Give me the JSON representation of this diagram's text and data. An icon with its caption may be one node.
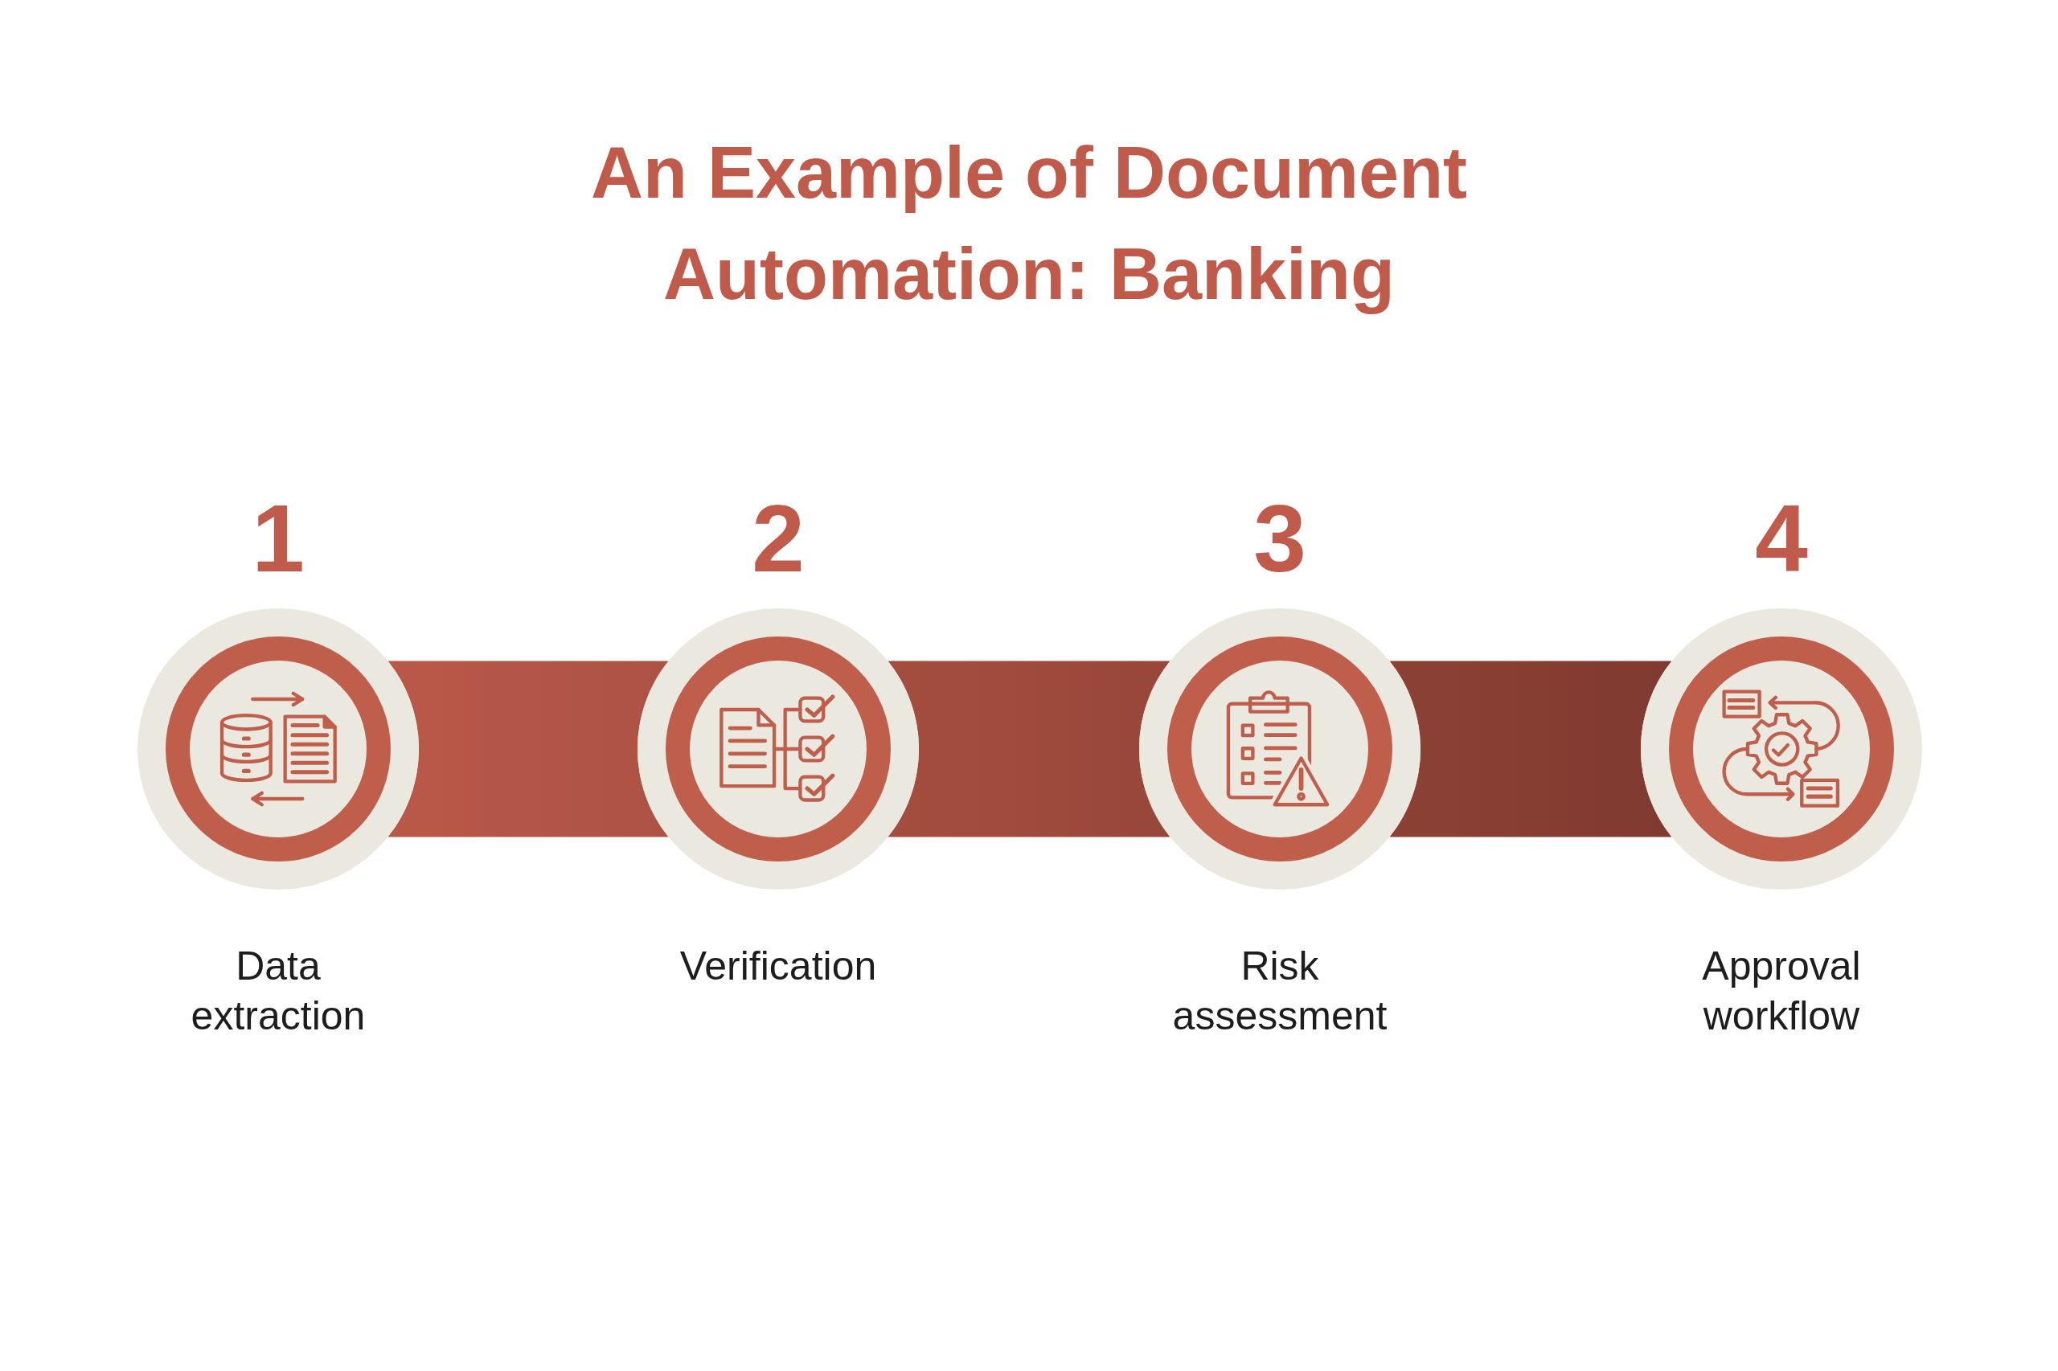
{
  "diagram": {
    "title": "An Example of Document Automation: Banking",
    "nodes": [
      {
        "text": [
          "1",
          "Data extraction"
        ]
      },
      {
        "text": [
          "2",
          "Verification"
        ]
      },
      {
        "text": [
          "3",
          "Risk assessment"
        ]
      },
      {
        "text": [
          "4",
          "Approval workflow"
        ]
      }
    ],
    "edges": [
      {
        "from": 0,
        "to": 1,
        "arrow": "none",
        "style": "thick"
      },
      {
        "from": 1,
        "to": 2,
        "arrow": "none",
        "style": "thick"
      },
      {
        "from": 2,
        "to": 3,
        "arrow": "none",
        "style": "thick"
      }
    ]
  }
}
